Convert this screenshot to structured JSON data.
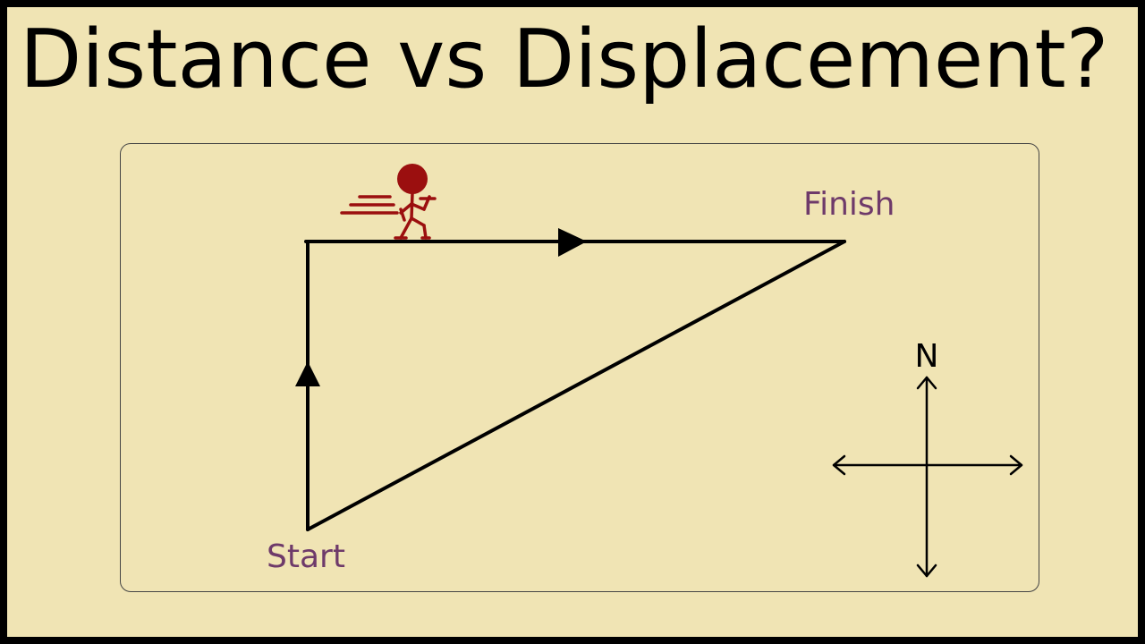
{
  "title": "Distance vs Displacement?",
  "labels": {
    "start": "Start",
    "finish": "Finish",
    "north": "N"
  },
  "colors": {
    "background": "#f0e4b4",
    "label_text": "#6e3a6a",
    "runner": "#9b0f0f",
    "path": "#000000"
  },
  "icons": {
    "runner": "running-person-icon",
    "compass": "compass-arrows-icon"
  }
}
